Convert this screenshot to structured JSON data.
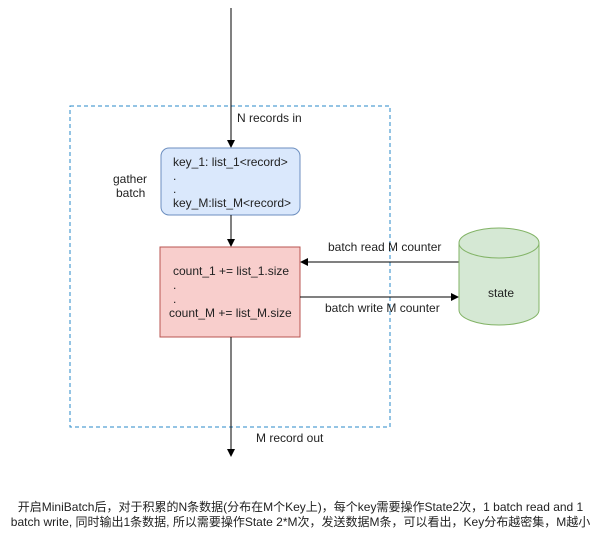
{
  "diagram": {
    "flow_labels": {
      "input": "N records in",
      "output": "M record out",
      "read": "batch read M counter",
      "write": "batch write M counter"
    },
    "side_label": [
      "gather",
      "batch"
    ],
    "gather_box": {
      "lines": [
        "key_1: list_1<record>",
        ".",
        ".",
        "key_M:list_M<record>"
      ],
      "fill": "#dae8fc",
      "stroke": "#6c8ebf"
    },
    "count_box": {
      "lines": [
        "count_1 += list_1.size",
        ".",
        ".",
        "count_M += list_M.size"
      ],
      "fill": "#f8cecc",
      "stroke": "#b85450"
    },
    "state_store": {
      "label": "state",
      "fill": "#d5e8d4",
      "stroke": "#82b366"
    },
    "boundary_color": "#2a8ac8"
  },
  "caption": {
    "line1": "开启MiniBatch后，对于积累的N条数据(分布在M个Key上)，每个key需要操作State2次，1 batch read and 1",
    "line2": "batch write, 同时输出1条数据, 所以需要操作State 2*M次，发送数据M条，可以看出，Key分布越密集，M越小"
  }
}
